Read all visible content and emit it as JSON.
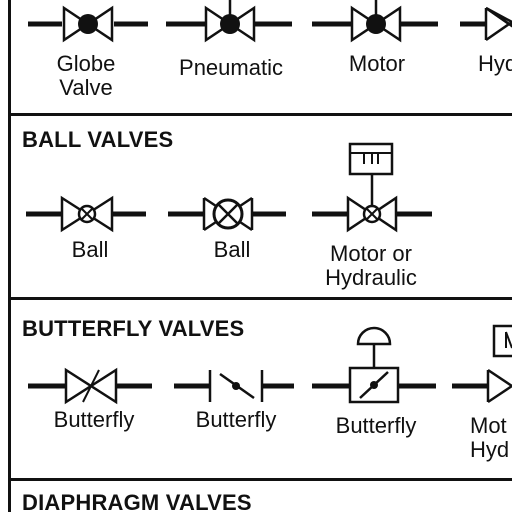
{
  "sections": [
    {
      "header": "",
      "items": [
        {
          "label_lines": [
            "Globe",
            "Valve"
          ],
          "icon": "globe-valve-icon"
        },
        {
          "label_lines": [
            "Pneumatic"
          ],
          "icon": "pneumatic-globe-valve-icon"
        },
        {
          "label_lines": [
            "Motor"
          ],
          "icon": "motor-globe-valve-icon"
        },
        {
          "label_lines": [
            "Hyd"
          ],
          "icon": "hydraulic-globe-valve-icon"
        }
      ]
    },
    {
      "header": "BALL VALVES",
      "items": [
        {
          "label_lines": [
            "Ball"
          ],
          "icon": "ball-valve-icon"
        },
        {
          "label_lines": [
            "Ball"
          ],
          "icon": "ball-valve-alt-icon"
        },
        {
          "label_lines": [
            "Motor or",
            "Hydraulic"
          ],
          "icon": "motor-ball-valve-icon"
        }
      ]
    },
    {
      "header": "BUTTERFLY VALVES",
      "items": [
        {
          "label_lines": [
            "Butterfly"
          ],
          "icon": "butterfly-valve-icon"
        },
        {
          "label_lines": [
            "Butterfly"
          ],
          "icon": "butterfly-valve-alt-icon"
        },
        {
          "label_lines": [
            "Butterfly"
          ],
          "icon": "pneumatic-butterfly-valve-icon"
        },
        {
          "label_lines": [
            "Mot",
            "Hyd"
          ],
          "icon": "motor-butterfly-valve-icon"
        }
      ]
    },
    {
      "header": "DIAPHRAGM VALVES",
      "items": []
    }
  ]
}
